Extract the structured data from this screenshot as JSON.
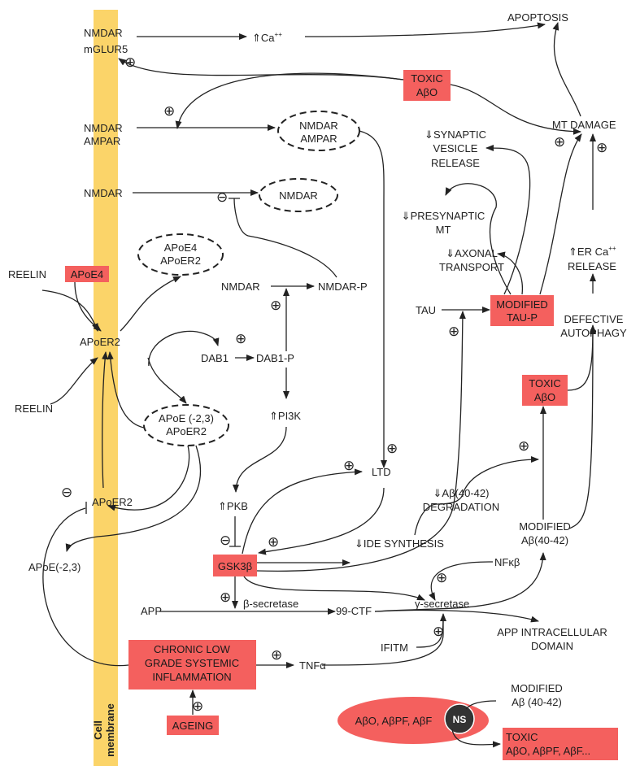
{
  "colors": {
    "membrane": "#fbd469",
    "highlight": "#f4605e",
    "ns_circle": "#333333"
  },
  "labels": {
    "nmdar_top": "NMDAR",
    "mglur5": "mGLUR5",
    "ca_up": "⇑Ca",
    "ca_sup": "++",
    "apoptosis": "APOPTOSIS",
    "toxic_abo_top_1": "TOXIC",
    "toxic_abo_top_2": "AβO",
    "nmdar_mid": "NMDAR",
    "ampar_mid": "AMPAR",
    "ell_nmdar_ampar_1": "NMDAR",
    "ell_nmdar_ampar_2": "AMPAR",
    "mt_damage": "MT DAMAGE",
    "syn_ves_1": "⇓SYNAPTIC",
    "syn_ves_2": "VESICLE",
    "syn_ves_3": "RELEASE",
    "nmdar_low": "NMDAR",
    "ell_nmdar": "NMDAR",
    "presyn_1": "⇓PRESYNAPTIC",
    "presyn_2": "MT",
    "ell_apoe4_1": "APoE4",
    "ell_apoe4_2": "APoER2",
    "axonal_1": "⇓AXONAL",
    "axonal_2": "TRANSPORT",
    "er_ca_1": "⇑ER Ca",
    "er_ca_sup": "++",
    "er_ca_2": "RELEASE",
    "reelin_top": "REELIN",
    "apoe4_box": "APoE4",
    "nmdar_p_src": "NMDAR",
    "nmdar_p": "NMDAR-P",
    "tau": "TAU",
    "mod_tau_1": "MODIFIED",
    "mod_tau_2": "TAU-P",
    "apoer2_main": "APoER2",
    "dab1": "DAB1",
    "dab1_p": "DAB1-P",
    "def_auto_1": "DEFECTIVE",
    "def_auto_2": "AUTOPHAGY",
    "toxic_abo_mid_1": "TOXIC",
    "toxic_abo_mid_2": "AβO",
    "reelin_low": "REELIN",
    "ell_apoe23_1": "APoE (-2,3)",
    "ell_apoe23_2": "APoER2",
    "pi3k": "⇑PI3K",
    "ltd": "LTD",
    "apoer2_low": "APoER2",
    "ab_deg_1": "⇓Aβ(40-42)",
    "ab_deg_2": "DEGRADATION",
    "pkb": "⇑PKB",
    "mod_ab_1": "MODIFIED",
    "mod_ab_2": "Aβ(40-42)",
    "ide": "⇓IDE SYNTHESIS",
    "gsk3b": "GSK3β",
    "nfkb": "NFκβ",
    "apoe23": "APoE(-2,3)",
    "app": "APP",
    "b_secretase": "β-secretase",
    "ctf99": "99-CTF",
    "g_secretase": "γ-secretase",
    "app_icd_1": "APP INTRACELLULAR",
    "app_icd_2": "DOMAIN",
    "chronic_1": "CHRONIC LOW",
    "chronic_2": "GRADE SYSTEMIC",
    "chronic_3": "INFLAMMATION",
    "tnfa": "TNFα",
    "ifitm": "IFITM",
    "membrane_1": "Cell",
    "membrane_2": "membrane",
    "ageing": "AGEING",
    "legend_mod_1": "MODIFIED",
    "legend_mod_2": "Aβ (40-42)",
    "legend_ellipse": "AβO, AβPF, AβF",
    "legend_ns": "NS",
    "legend_toxic_1": "TOXIC",
    "legend_toxic_2": "AβO, AβPF, AβF...",
    "plus": "⊕",
    "minus": "⊖"
  }
}
